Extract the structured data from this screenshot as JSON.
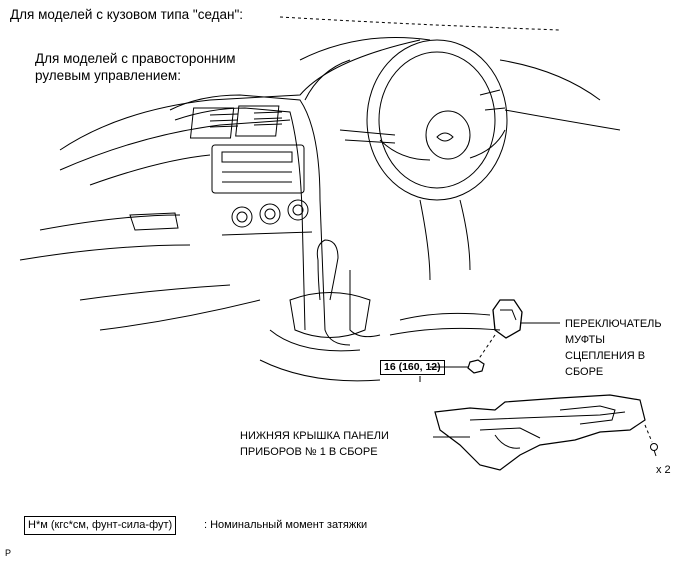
{
  "texts": {
    "sedan": "Для моделей с кузовом типа \"седан\":",
    "rhd_line1": "Для моделей с правосторонним",
    "rhd_line2": "рулевым управлением:",
    "switch_l1": "ПЕРЕКЛЮЧАТЕЛЬ",
    "switch_l2": "МУФТЫ",
    "switch_l3": "СЦЕПЛЕНИЯ В",
    "switch_l4": "СБОРЕ",
    "torque": "16 (160, 12)",
    "cover_l1": "НИЖНЯЯ КРЫШКА ПАНЕЛИ",
    "cover_l2": "ПРИБОРОВ № 1 В СБОРЕ",
    "qty": "x 2",
    "legend_box": "Н*м (кгс*см, фунт-сила-фут)",
    "legend_desc": ": Номинальный момент затяжки",
    "corner": "P"
  }
}
